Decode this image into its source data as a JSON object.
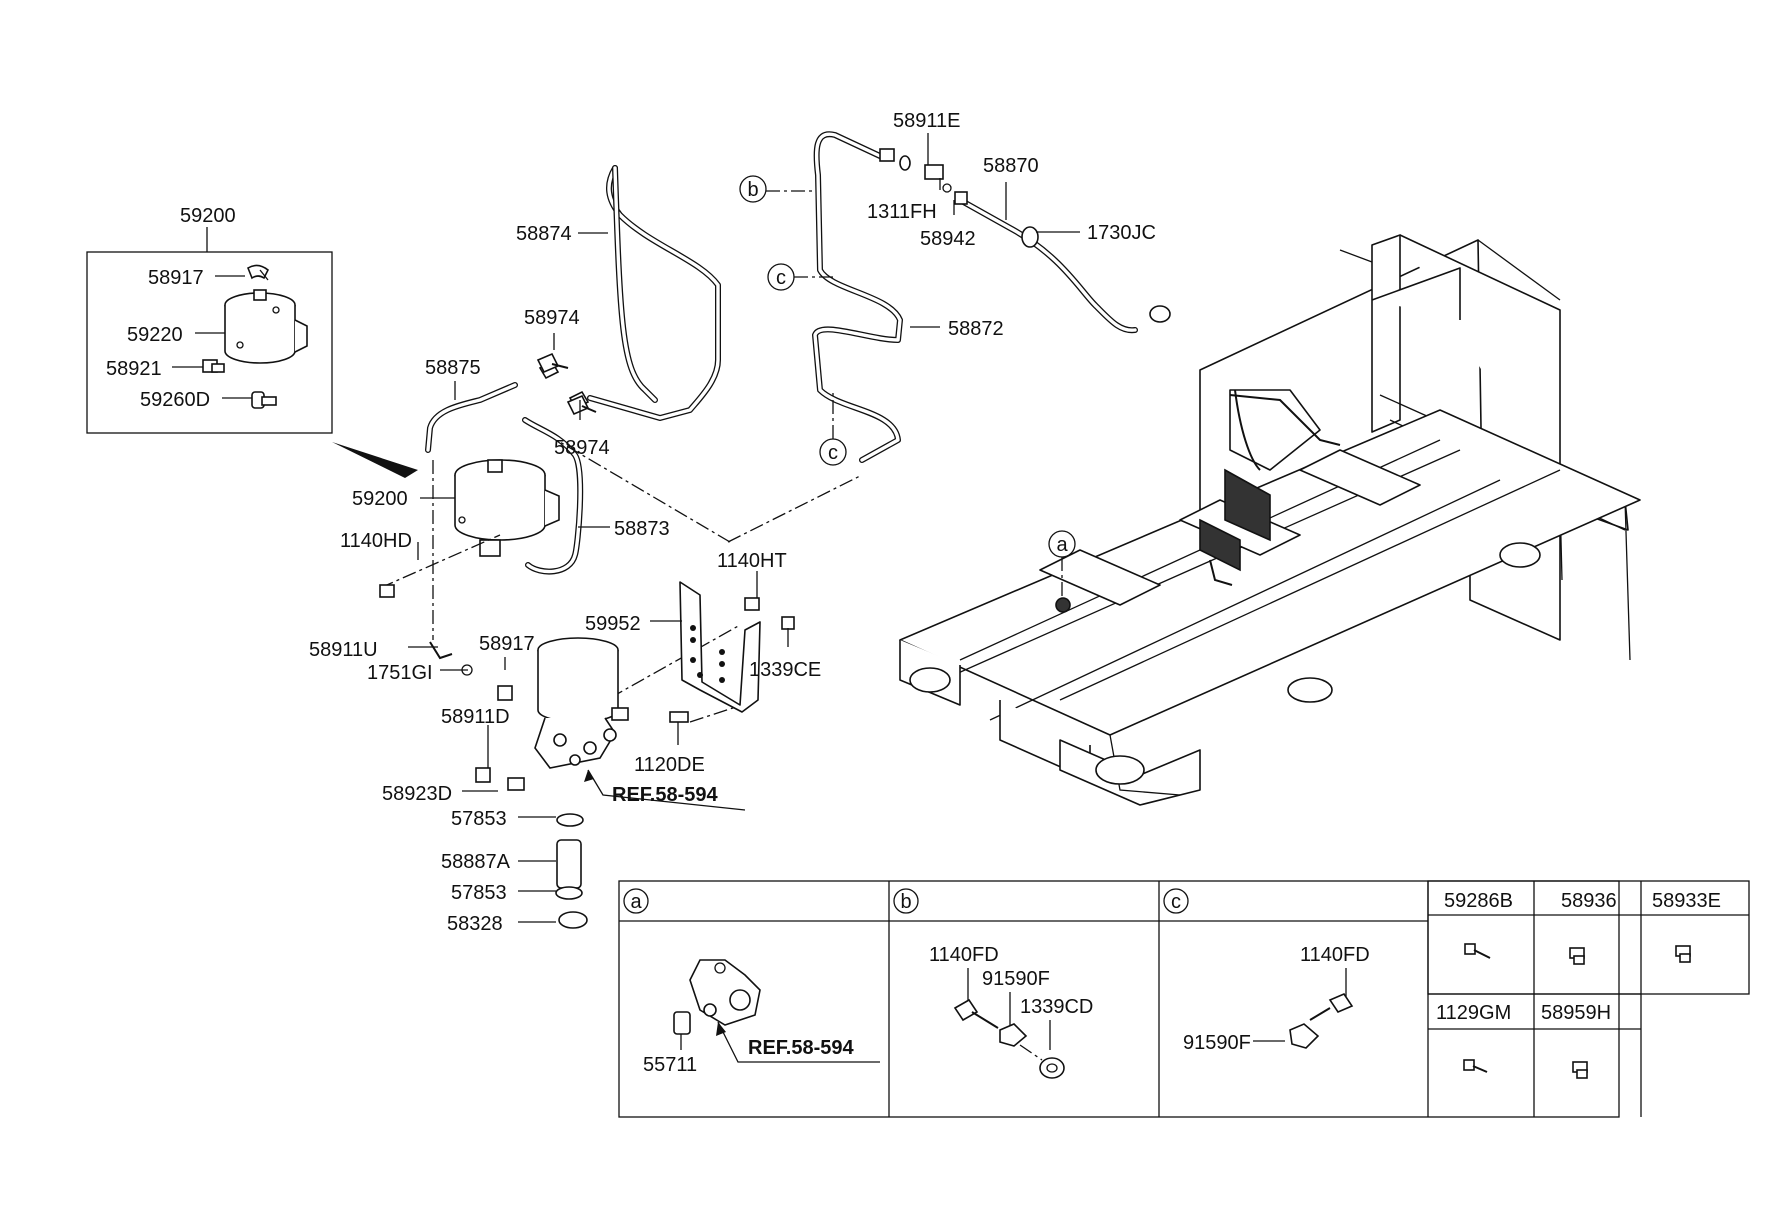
{
  "callouts": [
    {
      "id": "59200_top",
      "text": "59200"
    },
    {
      "id": "58917_a",
      "text": "58917"
    },
    {
      "id": "59220",
      "text": "59220"
    },
    {
      "id": "58921",
      "text": "58921"
    },
    {
      "id": "59260D",
      "text": "59260D"
    },
    {
      "id": "58874",
      "text": "58874"
    },
    {
      "id": "58974_a",
      "text": "58974"
    },
    {
      "id": "58974_b",
      "text": "58974"
    },
    {
      "id": "58875",
      "text": "58875"
    },
    {
      "id": "59200_mid",
      "text": "59200"
    },
    {
      "id": "58873",
      "text": "58873"
    },
    {
      "id": "1140HD",
      "text": "1140HD"
    },
    {
      "id": "58911E",
      "text": "58911E"
    },
    {
      "id": "58870",
      "text": "58870"
    },
    {
      "id": "1311FH",
      "text": "1311FH"
    },
    {
      "id": "58942",
      "text": "58942"
    },
    {
      "id": "1730JC",
      "text": "1730JC"
    },
    {
      "id": "58872",
      "text": "58872"
    },
    {
      "id": "1140HT",
      "text": "1140HT"
    },
    {
      "id": "59952",
      "text": "59952"
    },
    {
      "id": "1339CE",
      "text": "1339CE"
    },
    {
      "id": "58911U",
      "text": "58911U"
    },
    {
      "id": "58917_b",
      "text": "58917"
    },
    {
      "id": "1751GI",
      "text": "1751GI"
    },
    {
      "id": "58911D",
      "text": "58911D"
    },
    {
      "id": "1120DE",
      "text": "1120DE"
    },
    {
      "id": "58923D",
      "text": "58923D"
    },
    {
      "id": "57853_a",
      "text": "57853"
    },
    {
      "id": "58887A",
      "text": "58887A"
    },
    {
      "id": "57853_b",
      "text": "57853"
    },
    {
      "id": "58328",
      "text": "58328"
    }
  ],
  "references": {
    "main": "REF.58-594",
    "panel_a": "REF.58-594"
  },
  "markers": {
    "a": "a",
    "b": "b",
    "c": "c"
  },
  "panels": {
    "a": {
      "header": "a",
      "parts": [
        "55711"
      ]
    },
    "b": {
      "header": "b",
      "parts": [
        "1140FD",
        "91590F",
        "1339CD"
      ]
    },
    "c": {
      "header": "c",
      "parts": [
        "1140FD",
        "91590F"
      ]
    }
  },
  "small_parts": [
    {
      "id": "59286B",
      "text": "59286B"
    },
    {
      "id": "58936",
      "text": "58936"
    },
    {
      "id": "58933E",
      "text": "58933E"
    },
    {
      "id": "1129GM",
      "text": "1129GM"
    },
    {
      "id": "58959H",
      "text": "58959H"
    }
  ]
}
